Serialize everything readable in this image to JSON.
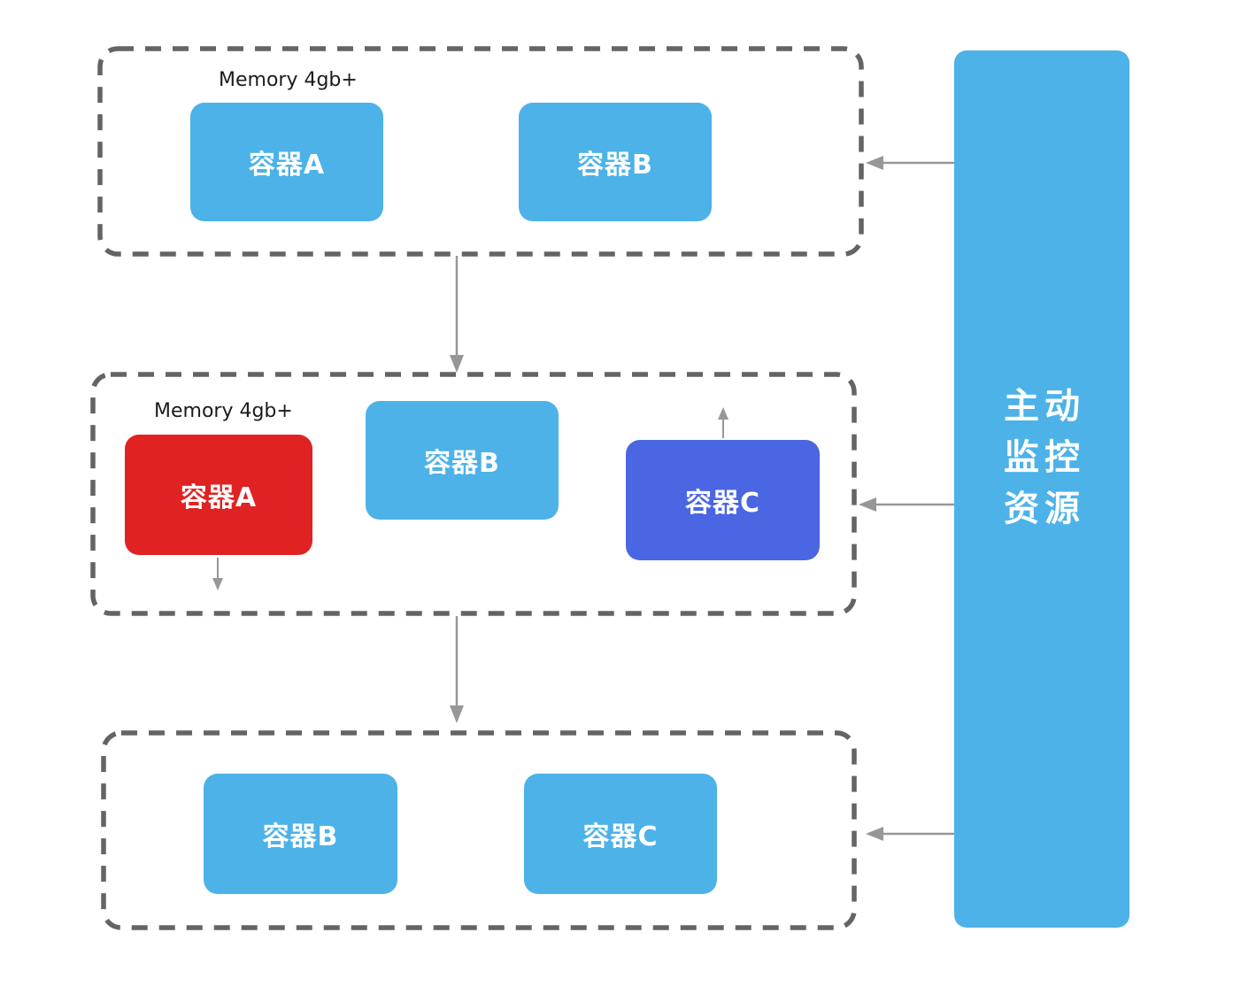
{
  "colors": {
    "container_blue": "#4cb2e8",
    "container_red": "#e12222",
    "container_indigo": "#4a66e2",
    "dashed_border": "#646464",
    "arrow_gray": "#979797",
    "label_text": "#1c1c1c",
    "box_text": "#ffffff",
    "page_bg": "#ffffff"
  },
  "monitor_panel": {
    "lines": [
      "主动",
      "监控",
      "资源"
    ]
  },
  "groups": [
    {
      "label": "Memory 4gb+",
      "containers": [
        {
          "label": "容器A",
          "color": "blue"
        },
        {
          "label": "容器B",
          "color": "blue"
        }
      ]
    },
    {
      "label": "Memory 4gb+",
      "containers": [
        {
          "label": "容器A",
          "color": "red"
        },
        {
          "label": "容器B",
          "color": "blue"
        },
        {
          "label": "容器C",
          "color": "indigo"
        }
      ]
    },
    {
      "containers": [
        {
          "label": "容器B",
          "color": "blue"
        },
        {
          "label": "容器C",
          "color": "blue"
        }
      ]
    }
  ],
  "arrows": [
    {
      "id": "monitor-to-group-1",
      "direction": "left"
    },
    {
      "id": "monitor-to-group-2",
      "direction": "left"
    },
    {
      "id": "monitor-to-group-3",
      "direction": "left"
    },
    {
      "id": "group-1-to-group-2",
      "direction": "down"
    },
    {
      "id": "group-2-to-group-3",
      "direction": "down"
    },
    {
      "id": "red-container-a-out",
      "direction": "down"
    },
    {
      "id": "container-c-out",
      "direction": "up"
    }
  ]
}
